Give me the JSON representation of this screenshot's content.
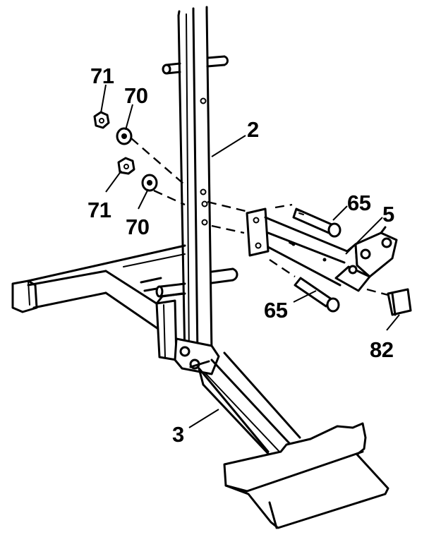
{
  "labels": {
    "upright": "2",
    "base": "3",
    "bracket": "5",
    "bolt_upper": "65",
    "bolt_lower": "65",
    "nut_upper": "71",
    "washer_upper": "70",
    "nut_lower": "71",
    "washer_lower": "70",
    "end_cap": "82"
  }
}
